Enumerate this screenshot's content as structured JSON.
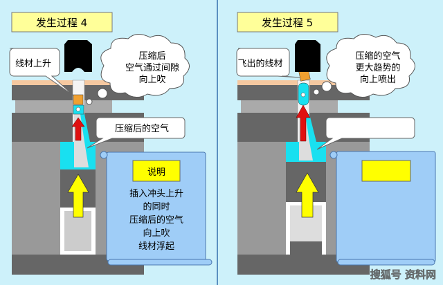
{
  "colors": {
    "background": "#cdf1fa",
    "title_box": "#ffff99",
    "scroll": "#9fcdf7",
    "cyan": "#19e0f0",
    "arrow_red": "#e01010",
    "arrow_yellow": "#ffff00",
    "wire": "#f0a030"
  },
  "panels": [
    {
      "title": "发生过程 4",
      "wire_callout": "线材上升",
      "cloud_lines": [
        "压缩后",
        "空气通过间隙",
        "向上吹"
      ],
      "air_callout": "压缩后的空气",
      "note_title": "说明",
      "note_lines": [
        "插入冲头上升",
        "的同时",
        "压缩后的空气",
        "向上吹",
        "线材浮起"
      ]
    },
    {
      "title": "发生过程 5",
      "wire_callout": "飞出的线材",
      "cloud_lines": [
        "压缩的空气",
        "更大趋势的",
        "向上喷出"
      ],
      "air_callout": "",
      "note_title": "",
      "note_lines": []
    }
  ],
  "watermark": "搜狐号 资料网"
}
